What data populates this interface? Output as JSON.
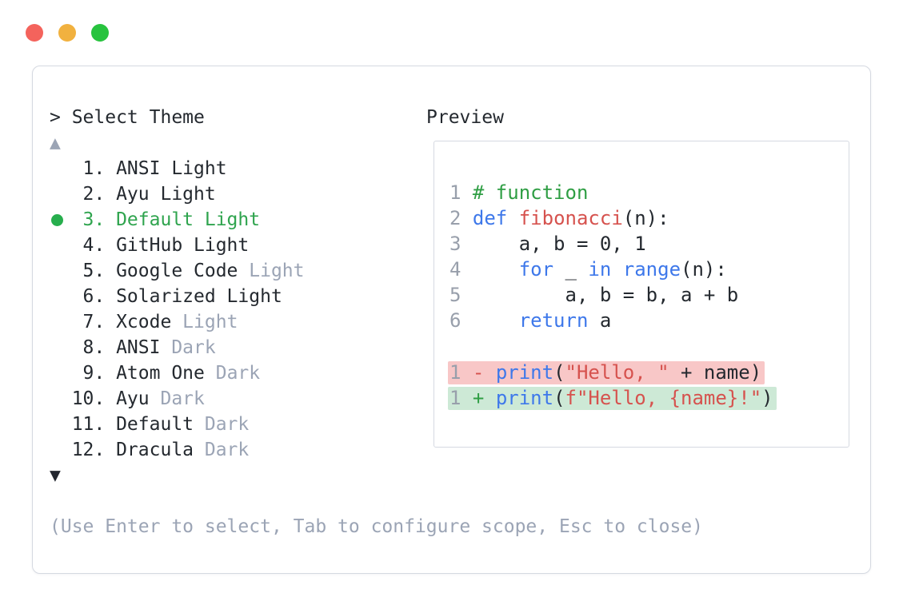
{
  "colors": {
    "dark": "#24292f",
    "muted": "#9ba4b5",
    "ln": "#989fab",
    "border": "#d5d9e1",
    "selected": "#2fa44e",
    "bullet": "#27ae4d",
    "kw": "#3e78ea",
    "fn": "#d6524e",
    "str": "#d6524e",
    "com": "#2f9e44",
    "removed_bg": "#f8c7c7",
    "added_bg": "#cde9d6",
    "arrow_up": "#9ba4b5",
    "arrow_down": "#23272f",
    "dot_red": "#f4635c",
    "dot_yellow": "#f1b13f",
    "dot_green": "#27c33e"
  },
  "window": {
    "controls": [
      "close",
      "minimize",
      "maximize"
    ]
  },
  "picker": {
    "prompt": "> Select Theme",
    "scroll_up_indicator": "▲",
    "scroll_down_indicator": "▼",
    "footer_hint": "(Use Enter to select, Tab to configure scope, Esc to close)",
    "selected_index": 3,
    "themes": [
      {
        "number": "1.",
        "name": "ANSI Light",
        "muted_suffix": "",
        "selected": false
      },
      {
        "number": "2.",
        "name": "Ayu Light",
        "muted_suffix": "",
        "selected": false
      },
      {
        "number": "3.",
        "name": "Default Light",
        "muted_suffix": "",
        "selected": true
      },
      {
        "number": "4.",
        "name": "GitHub Light",
        "muted_suffix": "",
        "selected": false
      },
      {
        "number": "5.",
        "name": "Google Code",
        "muted_suffix": "Light",
        "selected": false
      },
      {
        "number": "6.",
        "name": "Solarized Light",
        "muted_suffix": "",
        "selected": false
      },
      {
        "number": "7.",
        "name": "Xcode",
        "muted_suffix": "Light",
        "selected": false
      },
      {
        "number": "8.",
        "name": "ANSI",
        "muted_suffix": "Dark",
        "selected": false
      },
      {
        "number": "9.",
        "name": "Atom One",
        "muted_suffix": "Dark",
        "selected": false
      },
      {
        "number": "10.",
        "name": "Ayu",
        "muted_suffix": "Dark",
        "selected": false
      },
      {
        "number": "11.",
        "name": "Default",
        "muted_suffix": "Dark",
        "selected": false
      },
      {
        "number": "12.",
        "name": "Dracula",
        "muted_suffix": "Dark",
        "selected": false
      }
    ]
  },
  "preview": {
    "label": "Preview",
    "code_lines": [
      {
        "num": "1",
        "diff": "",
        "tokens": [
          [
            "# function",
            "com"
          ]
        ]
      },
      {
        "num": "2",
        "diff": "",
        "tokens": [
          [
            "def",
            "kw"
          ],
          [
            " ",
            "pl"
          ],
          [
            "fibonacci",
            "fn"
          ],
          [
            "(n):",
            "pl"
          ]
        ]
      },
      {
        "num": "3",
        "diff": "",
        "tokens": [
          [
            "    a, b = 0, 1",
            "pl"
          ]
        ]
      },
      {
        "num": "4",
        "diff": "",
        "tokens": [
          [
            "    ",
            "pl"
          ],
          [
            "for",
            "kw"
          ],
          [
            " _ ",
            "pl"
          ],
          [
            "in",
            "kw"
          ],
          [
            " ",
            "pl"
          ],
          [
            "range",
            "kw"
          ],
          [
            "(n):",
            "pl"
          ]
        ]
      },
      {
        "num": "5",
        "diff": "",
        "tokens": [
          [
            "        a, b = b, a + b",
            "pl"
          ]
        ]
      },
      {
        "num": "6",
        "diff": "",
        "tokens": [
          [
            "    ",
            "pl"
          ],
          [
            "return",
            "kw"
          ],
          [
            " a",
            "pl"
          ]
        ]
      },
      {
        "num": "",
        "diff": "",
        "tokens": []
      },
      {
        "num": "1",
        "diff": "removed",
        "tokens": [
          [
            "-",
            "sr"
          ],
          [
            " ",
            "pl"
          ],
          [
            "print",
            "kw"
          ],
          [
            "(",
            "pl"
          ],
          [
            "\"Hello, \"",
            "str"
          ],
          [
            " + name)",
            "pl"
          ]
        ]
      },
      {
        "num": "1",
        "diff": "added",
        "tokens": [
          [
            "+",
            "sa"
          ],
          [
            " ",
            "pl"
          ],
          [
            "print",
            "kw"
          ],
          [
            "(",
            "pl"
          ],
          [
            "f\"Hello, {name}!\"",
            "str"
          ],
          [
            ")",
            "pl"
          ]
        ]
      }
    ]
  }
}
